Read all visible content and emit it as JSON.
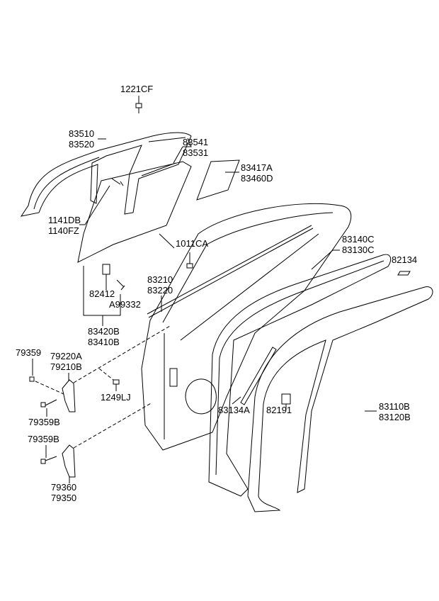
{
  "labels": {
    "p1221CF": "1221CF",
    "p83510": "83510",
    "p83520": "83520",
    "p83541": "83541",
    "p83531": "83531",
    "p83417A": "83417A",
    "p83460D": "83460D",
    "p1141DB": "1141DB",
    "p1140FZ": "1140FZ",
    "p1011CA": "1011CA",
    "p83140C": "83140C",
    "p83130C": "83130C",
    "p82134": "82134",
    "p83210": "83210",
    "p83220": "83220",
    "p82412": "82412",
    "pA99332": "A99332",
    "p83420B": "83420B",
    "p83410B": "83410B",
    "p79359": "79359",
    "p79220A": "79220A",
    "p79210B": "79210B",
    "p1249LJ": "1249LJ",
    "p79359B_1": "79359B",
    "p79359B_2": "79359B",
    "p83134A": "83134A",
    "p82191": "82191",
    "p83110B": "83110B",
    "p83120B": "83120B",
    "p79360": "79360",
    "p79350": "79350"
  }
}
